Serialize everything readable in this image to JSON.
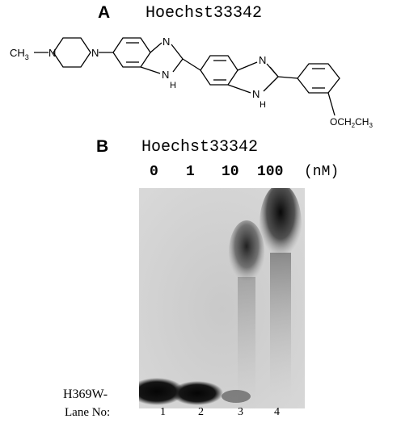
{
  "figure": {
    "panel_a": {
      "letter": "A",
      "compound": "Hoechst33342",
      "atom_labels": {
        "ch3_group": "CH",
        "ch3_sub": "3",
        "n_piperazine_left": "N",
        "n_piperazine_right": "N",
        "n_imidazole_1": "N",
        "nh_1": "N",
        "h_1": "H",
        "n_imidazole_2": "N",
        "nh_2": "N",
        "h_2": "H",
        "ethoxy": "OCH",
        "ethoxy_sub": "2",
        "ethoxy_tail": "CH",
        "ethoxy_sub2": "3"
      }
    },
    "panel_b": {
      "letter": "B",
      "compound": "Hoechst33342",
      "concentrations": [
        "0",
        "1",
        "10",
        "100"
      ],
      "unit": "(nM)",
      "band_label": "H369W-",
      "lane_label": "Lane No:",
      "lanes": [
        "1",
        "2",
        "3",
        "4"
      ]
    }
  }
}
